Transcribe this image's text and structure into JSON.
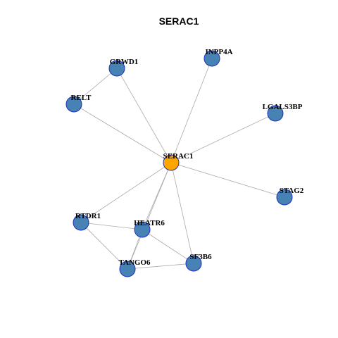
{
  "title": "SERAC1",
  "colors": {
    "hub": "#FFA500",
    "node": "#4682B4",
    "node_border": "#1F2FBF",
    "edge": "#AAAAAA"
  },
  "nodes": [
    {
      "id": "SERAC1",
      "label": "SERAC1",
      "role": "hub"
    },
    {
      "id": "GRWD1",
      "label": "GRWD1",
      "role": "neighbor"
    },
    {
      "id": "INPP4A",
      "label": "INPP4A",
      "role": "neighbor"
    },
    {
      "id": "RELT",
      "label": "RELT",
      "role": "neighbor"
    },
    {
      "id": "LGALS3BP",
      "label": "LGALS3BP",
      "role": "neighbor"
    },
    {
      "id": "STAG2",
      "label": "STAG2",
      "role": "neighbor"
    },
    {
      "id": "RTDR1",
      "label": "RTDR1",
      "role": "neighbor"
    },
    {
      "id": "HEATR6",
      "label": "HEATR6",
      "role": "neighbor"
    },
    {
      "id": "SF3B6",
      "label": "SF3B6",
      "role": "neighbor"
    },
    {
      "id": "TANGO6",
      "label": "TANGO6",
      "role": "neighbor"
    }
  ],
  "edges": [
    [
      "SERAC1",
      "GRWD1"
    ],
    [
      "SERAC1",
      "INPP4A"
    ],
    [
      "SERAC1",
      "RELT"
    ],
    [
      "SERAC1",
      "LGALS3BP"
    ],
    [
      "SERAC1",
      "STAG2"
    ],
    [
      "SERAC1",
      "RTDR1"
    ],
    [
      "SERAC1",
      "HEATR6"
    ],
    [
      "SERAC1",
      "SF3B6"
    ],
    [
      "SERAC1",
      "TANGO6"
    ],
    [
      "GRWD1",
      "RELT"
    ],
    [
      "RTDR1",
      "HEATR6"
    ],
    [
      "RTDR1",
      "TANGO6"
    ],
    [
      "HEATR6",
      "SF3B6"
    ],
    [
      "HEATR6",
      "TANGO6"
    ],
    [
      "TANGO6",
      "SF3B6"
    ]
  ]
}
